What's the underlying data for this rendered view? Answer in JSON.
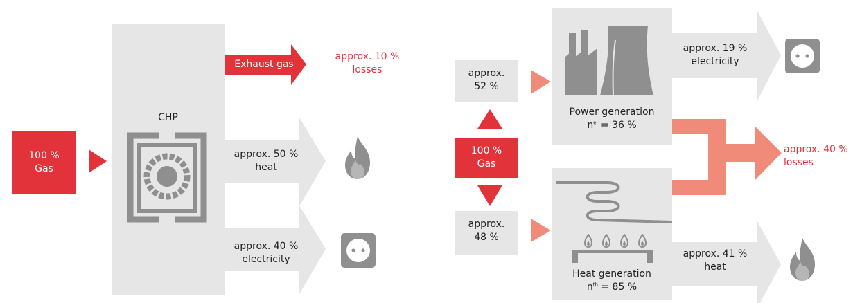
{
  "colors": {
    "accent_red": "#e2323a",
    "salmon": "#ef8b78",
    "panel_gray": "#e6e6e6",
    "icon_gray": "#8f8f8f"
  },
  "left": {
    "gas_input": {
      "line1": "100 %",
      "line2": "Gas"
    },
    "chp_label": "CHP",
    "exhaust_label": "Exhaust gas",
    "losses": {
      "line1": "approx. 10 %",
      "line2": "losses"
    },
    "heat": {
      "line1": "approx. 50 %",
      "line2": "heat"
    },
    "electricity": {
      "line1": "approx. 40 %",
      "line2": "electricity"
    }
  },
  "right": {
    "gas_input": {
      "line1": "100 %",
      "line2": "Gas"
    },
    "power_share": {
      "line1": "approx.",
      "line2": "52 %"
    },
    "heat_share": {
      "line1": "approx.",
      "line2": "48 %"
    },
    "power_generation": {
      "title": "Power generation",
      "eff_prefix": "n",
      "eff_sup": "el",
      "eff_value": " = 36 %"
    },
    "heat_generation": {
      "title": "Heat generation",
      "eff_prefix": "n",
      "eff_sup": "th",
      "eff_value": " = 85 %"
    },
    "electricity": {
      "line1": "approx. 19 %",
      "line2": "electricity"
    },
    "losses": {
      "line1": "approx. 40 %",
      "line2": "losses"
    },
    "heat": {
      "line1": "approx. 41 %",
      "line2": "heat"
    }
  }
}
